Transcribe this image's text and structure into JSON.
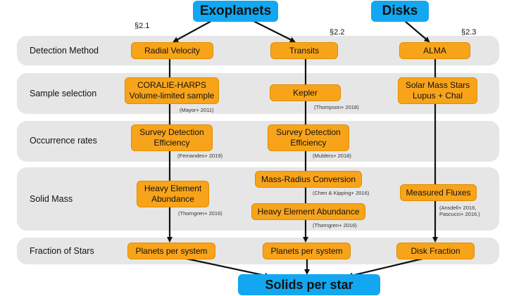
{
  "headers": {
    "exoplanets": "Exoplanets",
    "disks": "Disks",
    "solids": "Solids per star"
  },
  "sections": {
    "s1": "§2.1",
    "s2": "§2.2",
    "s3": "§2.3"
  },
  "rows": {
    "detection": "Detection Method",
    "sample": "Sample selection",
    "occurrence": "Occurrence rates",
    "solidmass": "Solid Mass",
    "fraction": "Fraction of Stars"
  },
  "boxes": {
    "radial_velocity": "Radial Velocity",
    "transits": "Transits",
    "alma": "ALMA",
    "coralie_l1": "CORALIE-HARPS",
    "coralie_l2": "Volume-limited sample",
    "kepler": "Kepler",
    "solar_l1": "Solar Mass Stars",
    "solar_l2": "Lupus + Chal",
    "sde1_l1": "Survey Detection",
    "sde1_l2": "Efficiency",
    "sde2_l1": "Survey Detection",
    "sde2_l2": "Efficiency",
    "hea1_l1": "Heavy Element",
    "hea1_l2": "Abundance",
    "mass_radius": "Mass-Radius Conversion",
    "hea2": "Heavy Element Abundance",
    "measured_fluxes": "Measured Fluxes",
    "pps1": "Planets per system",
    "pps2": "Planets per system",
    "disk_fraction": "Disk Fraction"
  },
  "citations": {
    "mayor": "(Mayor+ 2011)",
    "thompson": "(Thompson+ 2018)",
    "fernandes": "(Fernandes+ 2019)",
    "mulders": "(Mulders+ 2018)",
    "chen": "(Chen & Kipping+ 2016)",
    "thorngren1": "(Thorngren+ 2016)",
    "thorngren2": "(Thorngren+ 2016)",
    "ansdell_l1": "(Ansdell+ 2016,",
    "ansdell_l2": "Pascucci+ 2016.)"
  },
  "colors": {
    "orange": "#f8a41b",
    "blue": "#12a7f0",
    "band": "#e6e6e6"
  }
}
